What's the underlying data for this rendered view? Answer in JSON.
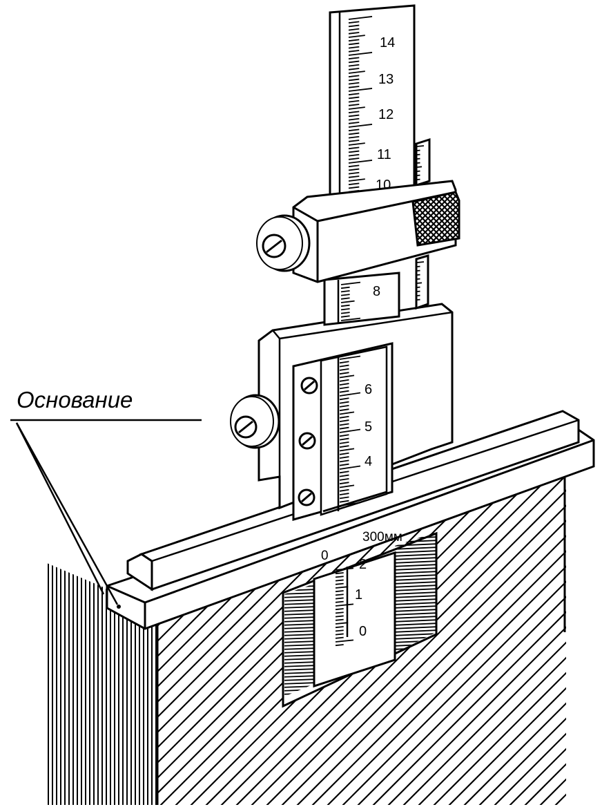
{
  "callout": {
    "label": "Основание"
  },
  "main_scale": {
    "upper_ticks": [
      "14",
      "13",
      "12",
      "11",
      "10"
    ],
    "middle_tick": "8"
  },
  "frame_scale": {
    "ticks": [
      "6",
      "5",
      "4"
    ]
  },
  "base_scale": {
    "zero": "0",
    "range": "300мм"
  },
  "depth_scale": {
    "ticks": [
      "2",
      "1",
      "0"
    ]
  },
  "colors": {
    "ink": "#000000",
    "paper": "#ffffff"
  }
}
